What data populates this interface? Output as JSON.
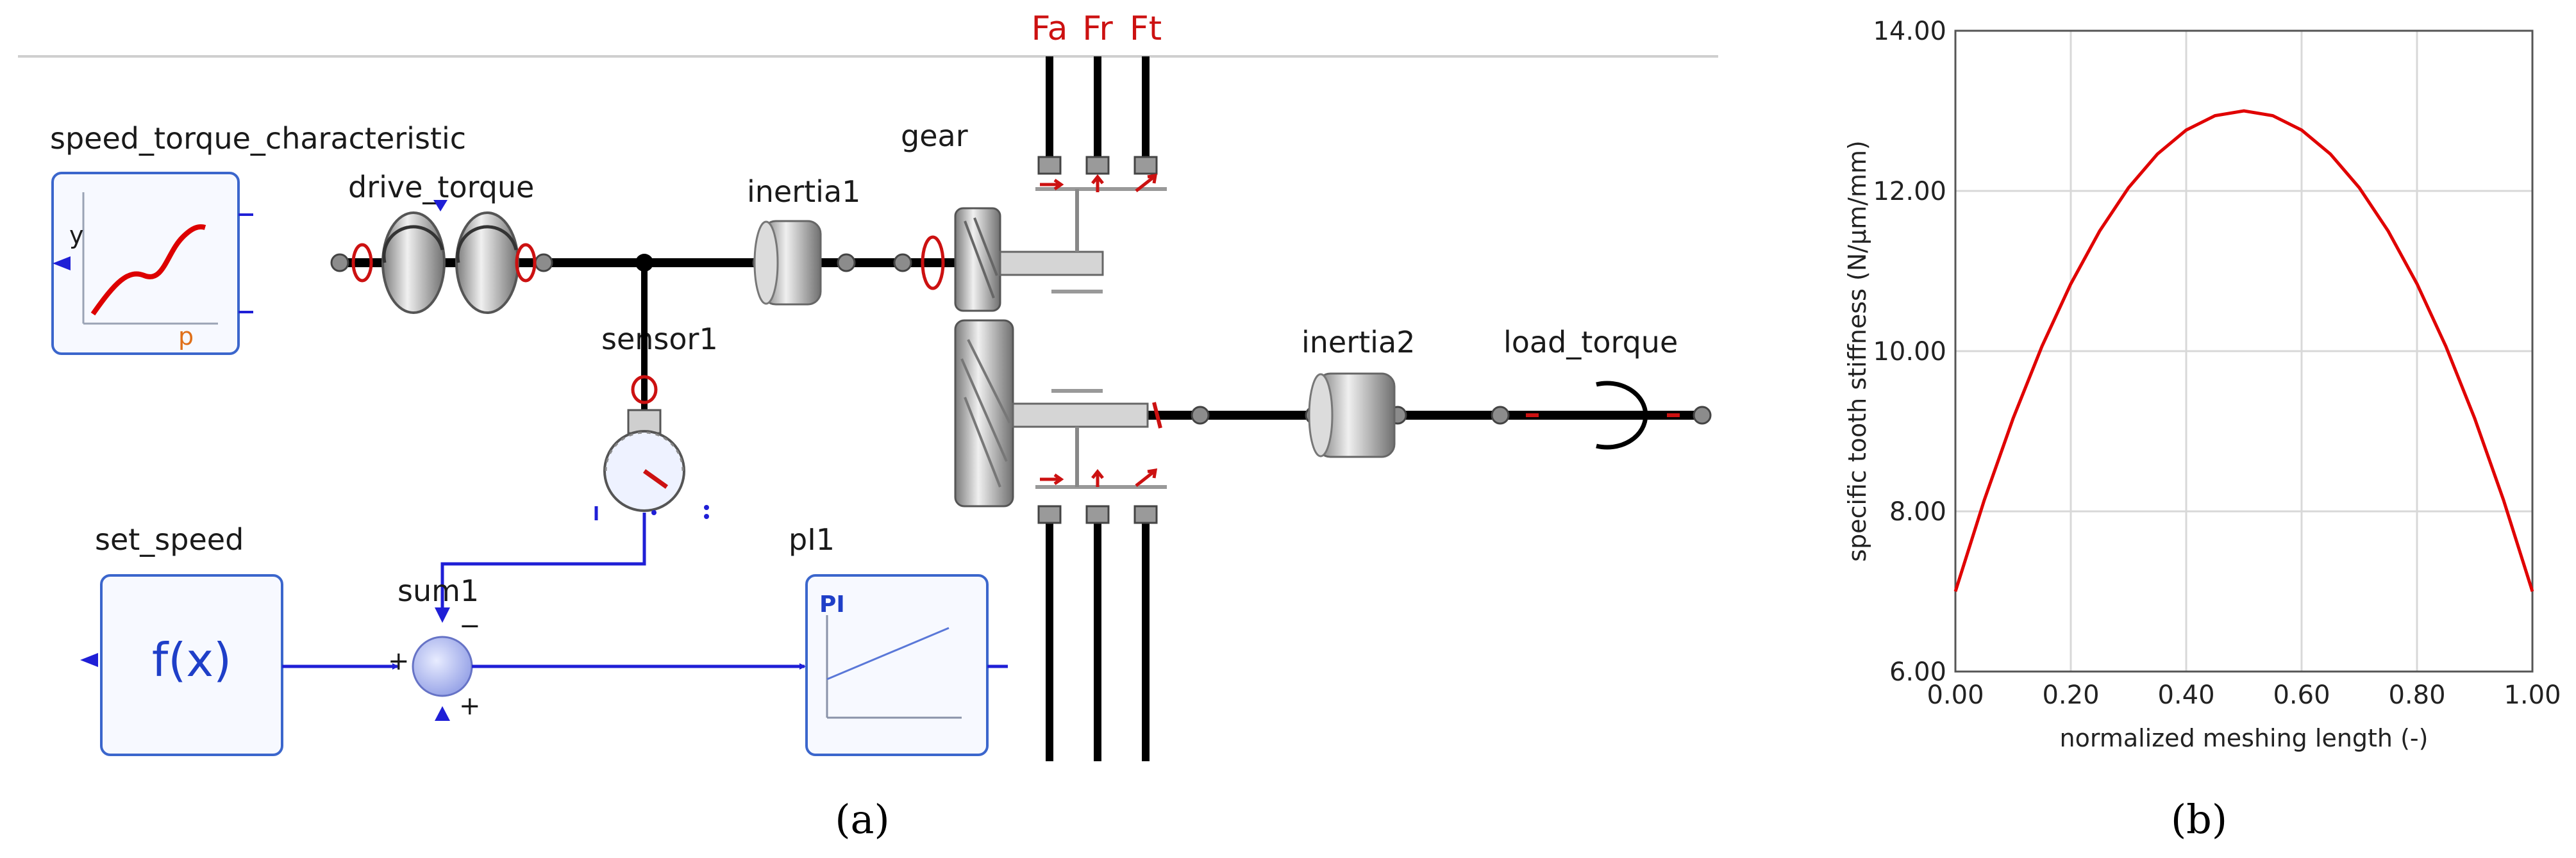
{
  "panel_a": {
    "caption": "(a)",
    "labels": {
      "speed_torque_characteristic": "speed_torque_characteristic",
      "drive_torque": "drive_torque",
      "inertia1": "inertia1",
      "gear": "gear",
      "sensor1": "sensor1",
      "inertia2": "inertia2",
      "load_torque": "load_torque",
      "set_speed": "set_speed",
      "sum1": "sum1",
      "pi1": "pI1"
    },
    "forces": [
      "Fa",
      "Fr",
      "Ft"
    ],
    "block_text": {
      "char_y": "y",
      "char_p": "p",
      "fx": "f(x)",
      "pi": "PI",
      "sum_plus_left": "+",
      "sum_minus_top": "−",
      "sum_plus_bottom": "+"
    },
    "colors": {
      "signal": "#1f1fd6",
      "shaft": "#000000",
      "force": "#cc1111"
    }
  },
  "panel_b": {
    "caption": "(b)",
    "chart_data": {
      "type": "line",
      "xlabel": "normalized meshing length (-)",
      "ylabel": "specific tooth stiffness (N/µm/mm)",
      "xlim": [
        0.0,
        1.0
      ],
      "ylim": [
        6.0,
        14.0
      ],
      "xticks": [
        "0.00",
        "0.20",
        "0.40",
        "0.60",
        "0.80",
        "1.00"
      ],
      "yticks": [
        "6.00",
        "8.00",
        "10.00",
        "12.00",
        "14.00"
      ],
      "grid": true,
      "color": "#e00000",
      "series": [
        {
          "x": [
            0.0,
            0.05,
            0.1,
            0.15,
            0.2,
            0.25,
            0.3,
            0.35,
            0.4,
            0.45,
            0.5,
            0.55,
            0.6,
            0.65,
            0.7,
            0.75,
            0.8,
            0.85,
            0.9,
            0.95,
            1.0
          ],
          "y": [
            7.0,
            8.14,
            9.16,
            10.06,
            10.84,
            11.5,
            12.04,
            12.46,
            12.76,
            12.94,
            13.0,
            12.94,
            12.76,
            12.46,
            12.04,
            11.5,
            10.84,
            10.06,
            9.16,
            8.14,
            7.0
          ]
        }
      ]
    }
  }
}
